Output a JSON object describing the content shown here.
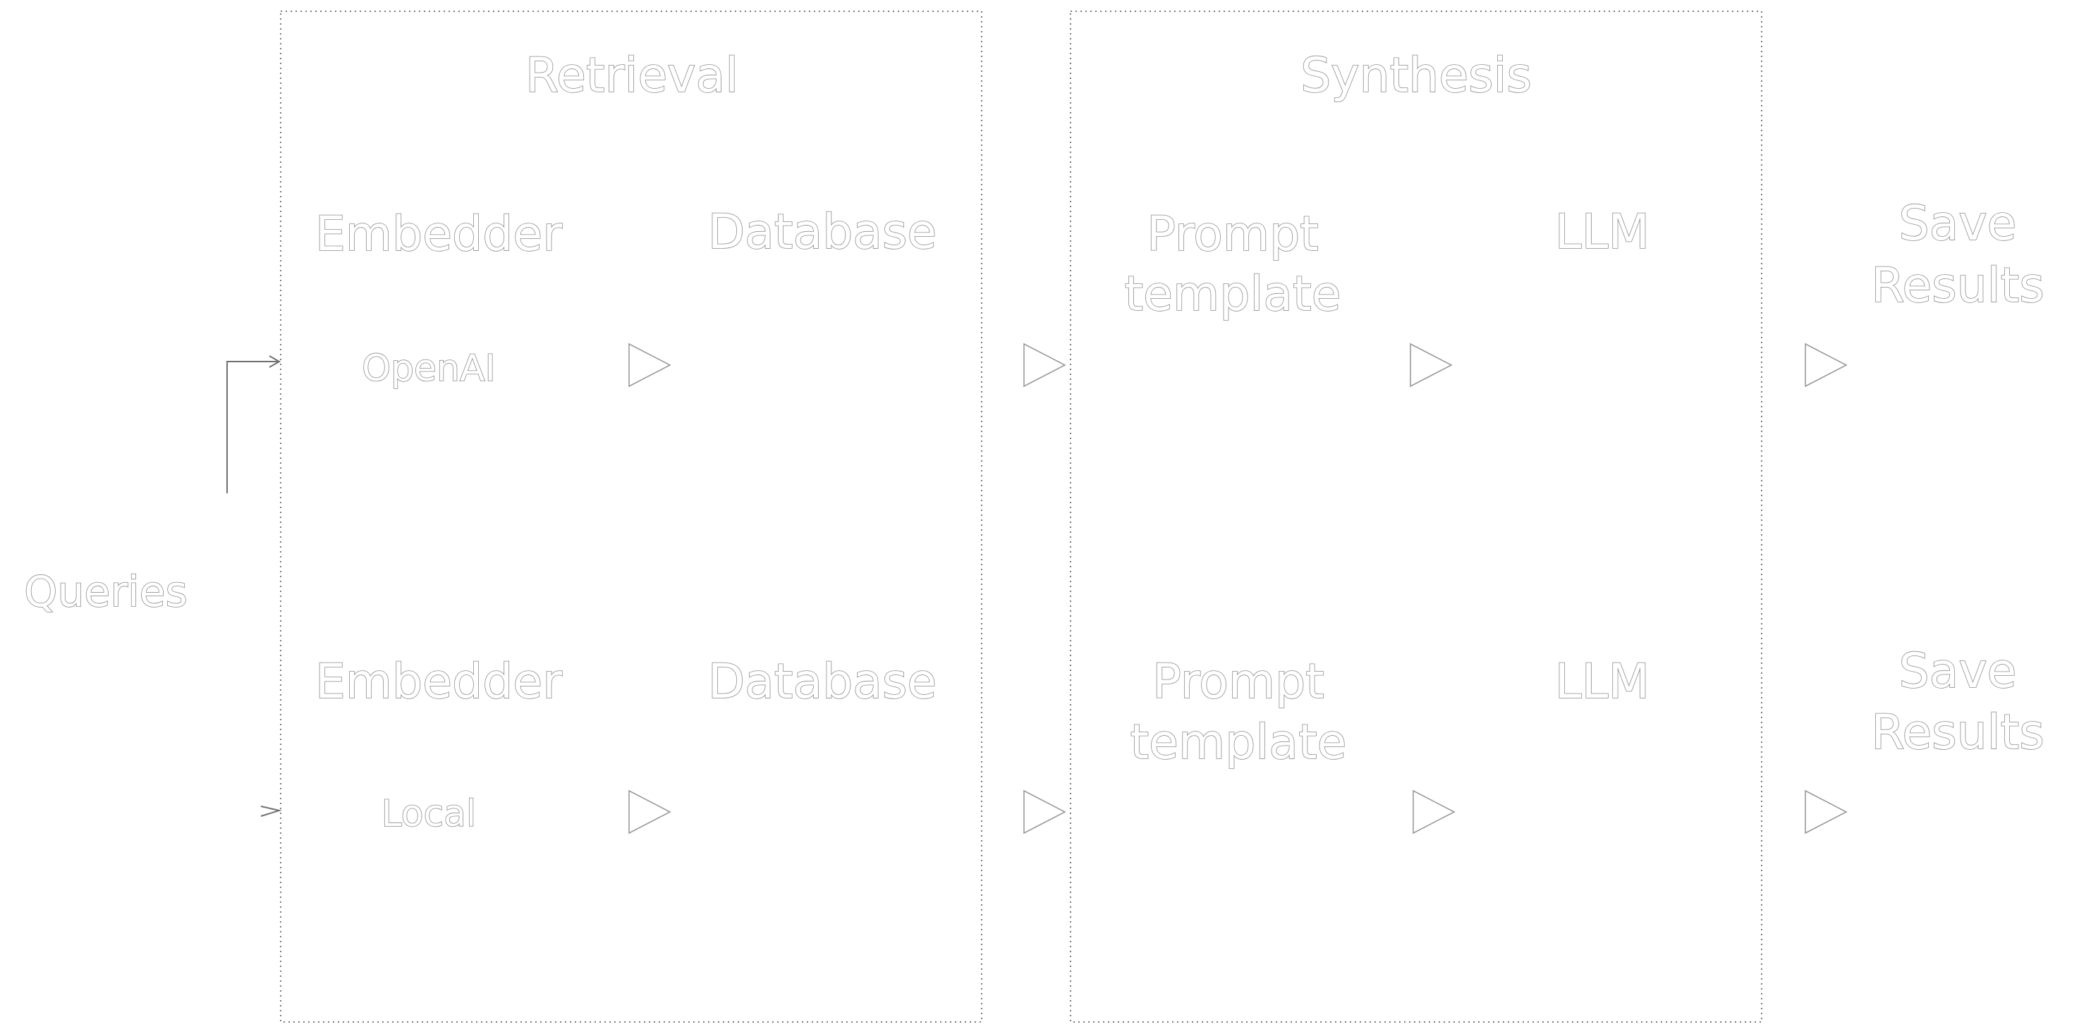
{
  "input": {
    "label": "Queries"
  },
  "groups": {
    "retrieval": {
      "title": "Retrieval"
    },
    "synthesis": {
      "title": "Synthesis"
    }
  },
  "pipelines": [
    {
      "embedder": {
        "title": "Embedder",
        "variant": "OpenAI"
      },
      "database": {
        "title": "Database"
      },
      "prompt": {
        "line1": "Prompt",
        "line2": "template"
      },
      "llm": {
        "title": "LLM"
      },
      "save": {
        "line1": "Save",
        "line2": "Results"
      }
    },
    {
      "embedder": {
        "title": "Embedder",
        "variant": "Local"
      },
      "database": {
        "title": "Database"
      },
      "prompt": {
        "line1": "Prompt",
        "line2": "template"
      },
      "llm": {
        "title": "LLM"
      },
      "save": {
        "line1": "Save",
        "line2": "Results"
      }
    }
  ],
  "colors": {
    "outline": "#8c8c8c",
    "box": "#7a7a7a",
    "background": "#ffffff"
  }
}
